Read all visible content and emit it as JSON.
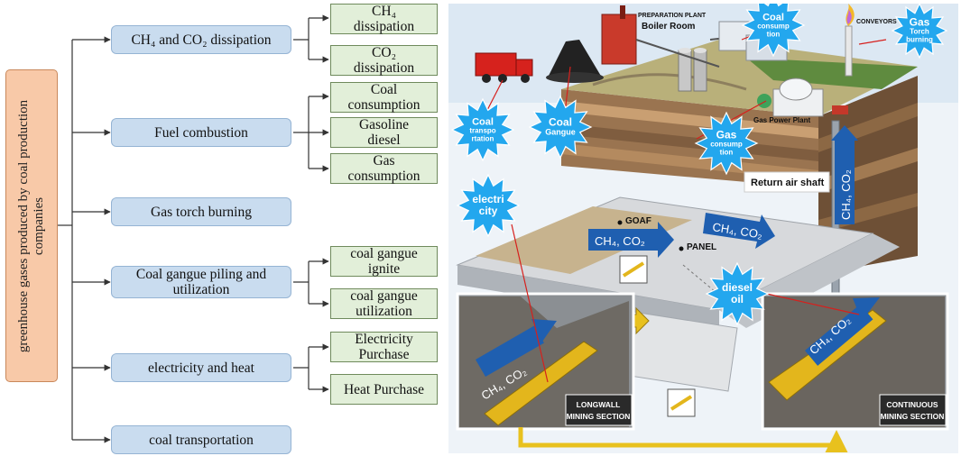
{
  "flowchart": {
    "root": "greenhouse gases produced by coal production companies",
    "categories": [
      {
        "label": "CH₄ and CO₂ dissipation",
        "children": [
          "CH₄ dissipation",
          "CO₂ dissipation"
        ]
      },
      {
        "label": "Fuel combustion",
        "children": [
          "Coal consumption",
          "Gasoline diesel",
          "Gas consumption"
        ]
      },
      {
        "label": "Gas torch burning",
        "children": []
      },
      {
        "label": "Coal gangue piling and utilization",
        "children": [
          "coal gangue ignite",
          "coal gangue utilization"
        ]
      },
      {
        "label": "electricity and heat",
        "children": [
          "Electricity Purchase",
          "Heat Purchase"
        ]
      },
      {
        "label": "coal transportation",
        "children": []
      }
    ]
  },
  "illustration": {
    "bursts": {
      "coal_consumption": "Coal consumption",
      "gas_torch": "Gas Torch burning",
      "coal_transportation": "Coal transportation",
      "coal_gangue": "Coal Gangue",
      "gas_consumption": "Gas consumption",
      "electricity": "electricity",
      "diesel_oil": "diesel oil"
    },
    "labels": {
      "preparation_plant": "PREPARATION PLANT",
      "boiler_room": "Boiler Room",
      "conveyors": "CONVEYORS",
      "gas_power_plant": "Gas Power Plant",
      "return_air_shaft": "Return air shaft",
      "goaf": "GOAF",
      "panel": "PANEL",
      "longwall_line1": "LONGWALL",
      "longwall_line2": "MINING SECTION",
      "continuous_line1": "CONTINUOUS",
      "continuous_line2": "MINING SECTION"
    },
    "gas_arrows": {
      "vertical_shaft": "CH₄, CO₂",
      "goaf": "CH₄, CO₂",
      "panel": "CH₄, CO₂",
      "longwall": "CH₄, CO₂",
      "continuous": "CH₄, CO₂"
    },
    "colors": {
      "arrow_blue": "#1f5fb0",
      "burst_blue": "#23a7ee",
      "machine_yellow": "#e3b61c",
      "leader_red": "#d6201d"
    }
  }
}
